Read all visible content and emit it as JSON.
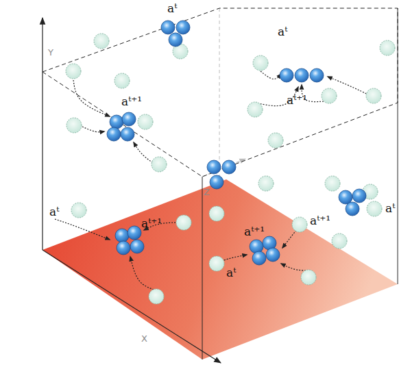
{
  "diagram": {
    "labels": [
      "Y",
      "Z",
      "X",
      "aᵗ",
      "aᵗ",
      "aᵗ⁺¹",
      "aᵗ⁺¹",
      "aᵗ",
      "aᵗ",
      "aᵗ⁺¹",
      "aᵗ⁺¹",
      "aᵗ⁺¹",
      "aᵗ"
    ]
  }
}
